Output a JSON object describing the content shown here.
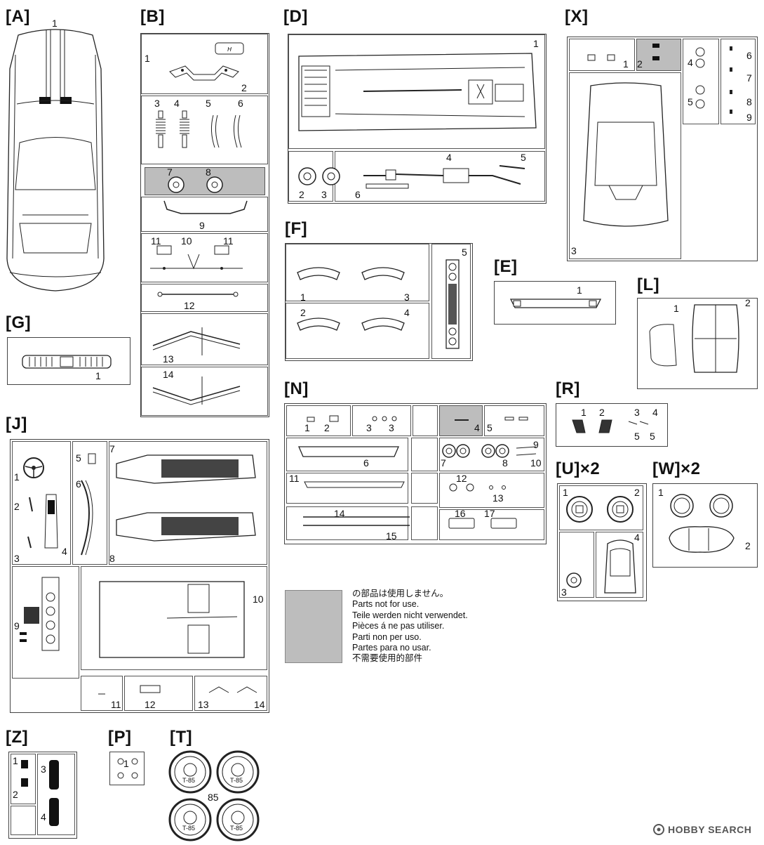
{
  "sprues": {
    "A": {
      "label": "[A]",
      "parts": [
        "1"
      ]
    },
    "B": {
      "label": "[B]",
      "parts": [
        "1",
        "2",
        "3",
        "4",
        "5",
        "6",
        "7",
        "8",
        "9",
        "10",
        "11",
        "11",
        "12",
        "13",
        "14"
      ]
    },
    "D": {
      "label": "[D]",
      "parts": [
        "1",
        "2",
        "3",
        "4",
        "5",
        "6"
      ]
    },
    "X": {
      "label": "[X]",
      "parts": [
        "1",
        "2",
        "3",
        "4",
        "5",
        "6",
        "7",
        "8",
        "9"
      ]
    },
    "F": {
      "label": "[F]",
      "parts": [
        "1",
        "2",
        "3",
        "4",
        "5"
      ]
    },
    "E": {
      "label": "[E]",
      "parts": [
        "1"
      ]
    },
    "L": {
      "label": "[L]",
      "parts": [
        "1",
        "2"
      ]
    },
    "G": {
      "label": "[G]",
      "parts": [
        "1"
      ]
    },
    "J": {
      "label": "[J]",
      "parts": [
        "1",
        "2",
        "3",
        "4",
        "5",
        "6",
        "7",
        "8",
        "9",
        "10",
        "11",
        "12",
        "13",
        "14"
      ]
    },
    "N": {
      "label": "[N]",
      "parts": [
        "1",
        "2",
        "3",
        "3",
        "4",
        "5",
        "6",
        "7",
        "8",
        "9",
        "10",
        "11",
        "12",
        "13",
        "14",
        "15",
        "16",
        "17"
      ]
    },
    "R": {
      "label": "[R]",
      "parts": [
        "1",
        "2",
        "3",
        "4",
        "5",
        "5"
      ]
    },
    "U": {
      "label": "[U]×2",
      "parts": [
        "1",
        "2",
        "3",
        "4"
      ]
    },
    "W": {
      "label": "[W]×2",
      "parts": [
        "1",
        "2"
      ]
    },
    "Z": {
      "label": "[Z]",
      "parts": [
        "1",
        "2",
        "3",
        "4"
      ]
    },
    "P": {
      "label": "[P]",
      "parts": [
        "1"
      ]
    },
    "T": {
      "label": "[T]",
      "parts": [
        "85"
      ],
      "tire_text": "T-85"
    }
  },
  "legend": {
    "swatch_color": "#bdbdbd",
    "lines": [
      "の部品は使用しません。",
      "Parts not for use.",
      "Teile werden nicht verwendet.",
      "Pièces á ne pas utiliser.",
      "Parti non per uso.",
      "Partes para no usar.",
      "不需要使用的部件"
    ]
  },
  "watermark": {
    "text": "HOBBY SEARCH",
    "icon": "hobby-search-logo-icon"
  }
}
